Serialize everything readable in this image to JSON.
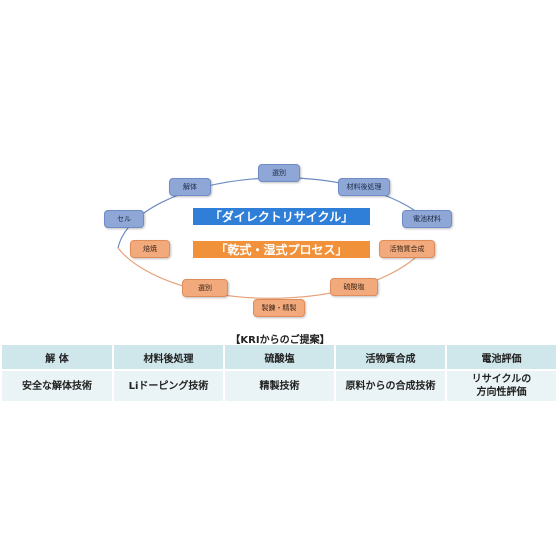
{
  "cycle": {
    "blue_nodes": [
      {
        "id": "sort-top",
        "label": "選別"
      },
      {
        "id": "material-post",
        "label": "材料後処理"
      },
      {
        "id": "battery-material",
        "label": "電池材料"
      },
      {
        "id": "disassembly",
        "label": "解体"
      },
      {
        "id": "cell",
        "label": "セル"
      }
    ],
    "orange_nodes": [
      {
        "id": "roast",
        "label": "焙焼"
      },
      {
        "id": "sort-bottom",
        "label": "選別"
      },
      {
        "id": "smelt-refine",
        "label": "製錬・精製"
      },
      {
        "id": "sulfate",
        "label": "硫酸塩"
      },
      {
        "id": "active-synthesis",
        "label": "活物質合成"
      }
    ],
    "banner_direct": "「ダイレクトリサイクル」",
    "banner_process": "「乾式・湿式プロセス」",
    "colors": {
      "blue": "#8fa7d6",
      "orange": "#f2aa7d",
      "loop_blue": "#6f8cc4",
      "loop_orange": "#e8a07a",
      "banner_blue": "#2f7fd8",
      "banner_orange": "#f1913a"
    }
  },
  "proposal": {
    "title": "【KRIからのご提案】",
    "headers": [
      "解 体",
      "材料後処理",
      "硫酸塩",
      "活物質合成",
      "電池評価"
    ],
    "cells": [
      "安全な解体技術",
      "Liドーピング技術",
      "精製技術",
      "原料からの合成技術",
      "リサイクルの\n方向性評価"
    ]
  }
}
